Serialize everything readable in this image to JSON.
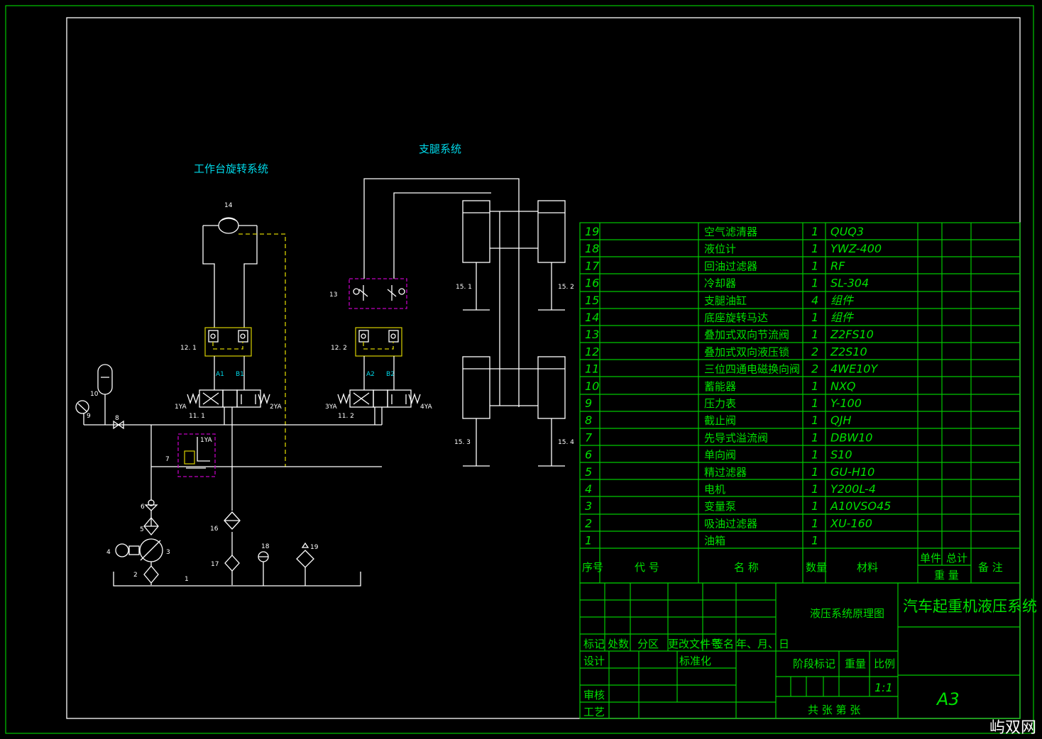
{
  "titles": {
    "rotation": "工作台旋转系统",
    "outrigger": "支腿系统"
  },
  "labels": {
    "n14": "14",
    "n13": "13",
    "n12_1": "12. 1",
    "n12_2": "12. 2",
    "n11_1": "11. 1",
    "n11_2": "11. 2",
    "a1": "A1",
    "b1": "B1",
    "a2": "A2",
    "b2": "B2",
    "ya1": "1YA",
    "ya2": "2YA",
    "ya3": "3YA",
    "ya4": "4YA",
    "ya1b": "1YA",
    "n7": "7",
    "n10": "10",
    "n9": "9",
    "n8": "8",
    "n6": "6",
    "n5": "5",
    "n4": "4",
    "n3": "3",
    "n2": "2",
    "n1": "1",
    "n16": "16",
    "n17": "17",
    "n18": "18",
    "n19": "19",
    "c151": "15. 1",
    "c152": "15. 2",
    "c153": "15. 3",
    "c154": "15. 4"
  },
  "parts": [
    {
      "no": "19",
      "name": "空气滤清器",
      "qty": "1",
      "material": "QUQ3"
    },
    {
      "no": "18",
      "name": "液位计",
      "qty": "1",
      "material": "YWZ-400"
    },
    {
      "no": "17",
      "name": "回油过滤器",
      "qty": "1",
      "material": "RF"
    },
    {
      "no": "16",
      "name": "冷却器",
      "qty": "1",
      "material": "SL-304"
    },
    {
      "no": "15",
      "name": "支腿油缸",
      "qty": "4",
      "material": "组件"
    },
    {
      "no": "14",
      "name": "底座旋转马达",
      "qty": "1",
      "material": "组件"
    },
    {
      "no": "13",
      "name": "叠加式双向节流阀",
      "qty": "1",
      "material": "Z2FS10"
    },
    {
      "no": "12",
      "name": "叠加式双向液压锁",
      "qty": "2",
      "material": "Z2S10"
    },
    {
      "no": "11",
      "name": "三位四通电磁换向阀",
      "qty": "2",
      "material": "4WE10Y"
    },
    {
      "no": "10",
      "name": "蓄能器",
      "qty": "1",
      "material": "NXQ"
    },
    {
      "no": "9",
      "name": "压力表",
      "qty": "1",
      "material": "Y-100"
    },
    {
      "no": "8",
      "name": "截止阀",
      "qty": "1",
      "material": "QJH"
    },
    {
      "no": "7",
      "name": "先导式溢流阀",
      "qty": "1",
      "material": "DBW10"
    },
    {
      "no": "6",
      "name": "单向阀",
      "qty": "1",
      "material": "S10"
    },
    {
      "no": "5",
      "name": "精过滤器",
      "qty": "1",
      "material": "GU-H10"
    },
    {
      "no": "4",
      "name": "电机",
      "qty": "1",
      "material": "Y200L-4"
    },
    {
      "no": "3",
      "name": "变量泵",
      "qty": "1",
      "material": "A10VSO45"
    },
    {
      "no": "2",
      "name": "吸油过滤器",
      "qty": "1",
      "material": "XU-160"
    },
    {
      "no": "1",
      "name": "油箱",
      "qty": "1",
      "material": ""
    }
  ],
  "header": {
    "no": "序号",
    "code": "代 号",
    "name": "名 称",
    "qty": "数量",
    "material": "材料",
    "unit": "单件",
    "total": "总计",
    "weight": "重 量",
    "remark": "备 注"
  },
  "titleblock": {
    "drawing": "液压系统原理图",
    "project": "汽车起重机液压系统",
    "mark": "标记",
    "count": "处数",
    "zone": "分区",
    "docno": "更改文件号",
    "sign": "签名",
    "date": "年、月、日",
    "design": "设计",
    "std": "标准化",
    "check": "审核",
    "process": "工艺",
    "stage": "阶段标记",
    "weight": "重量",
    "scale": "比例",
    "scale_val": "1:1",
    "size": "A3",
    "sheets": "共  张  第  张"
  },
  "watermark": "屿双网"
}
